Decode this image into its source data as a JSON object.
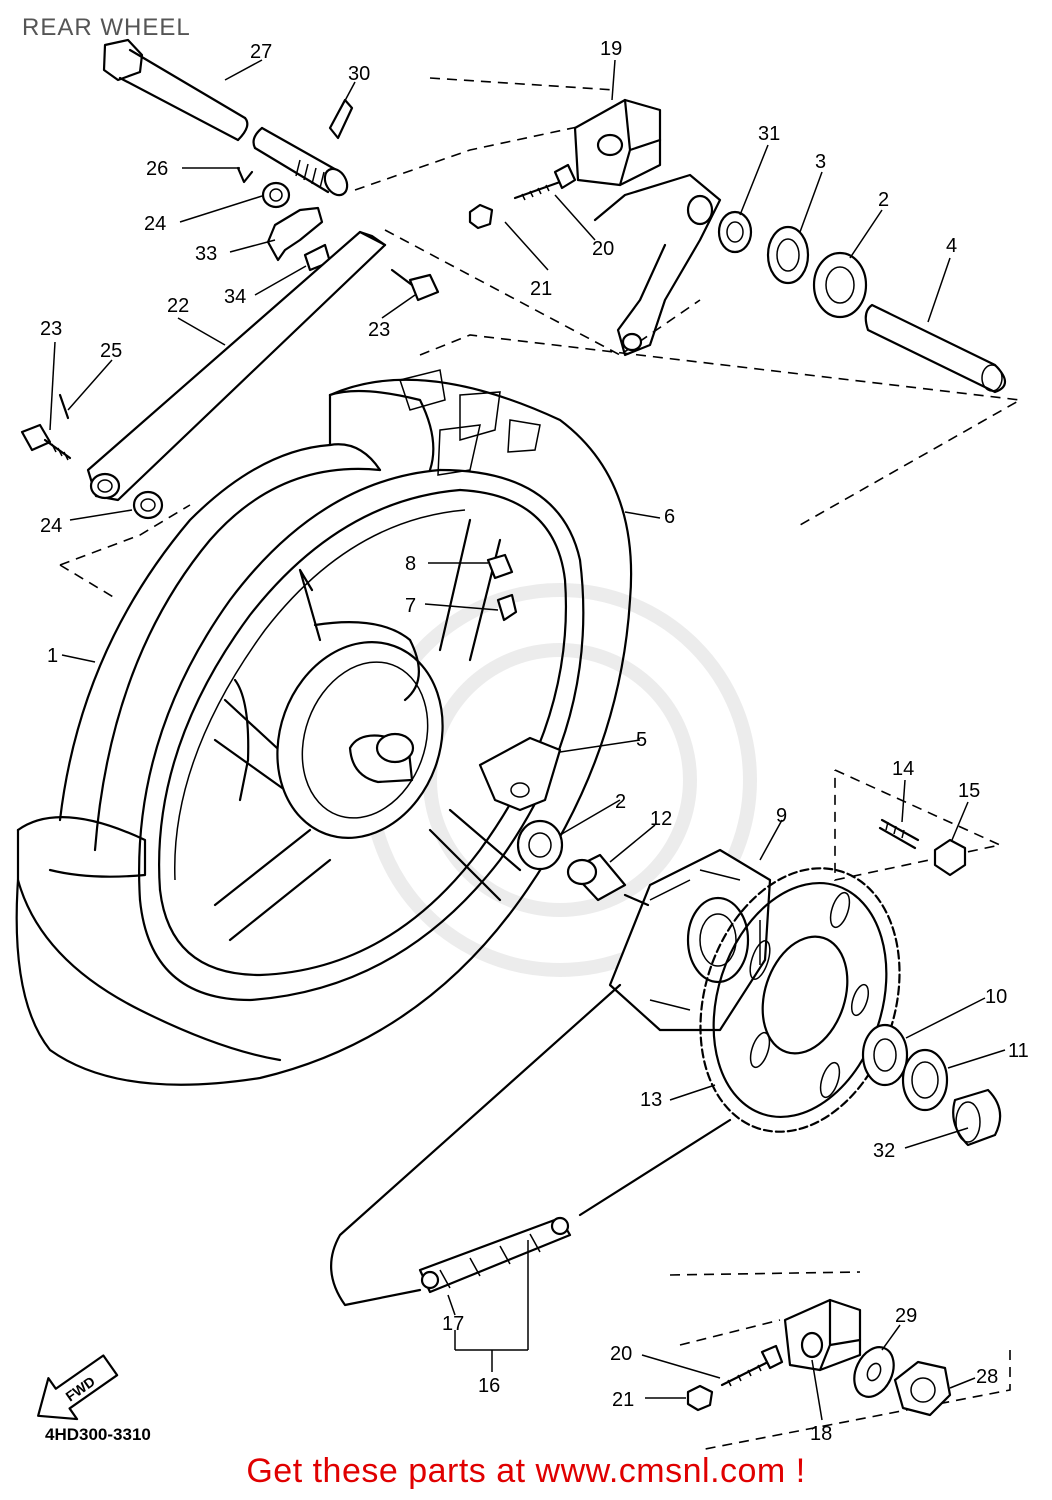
{
  "title": "REAR WHEEL",
  "diagram_code": "4HD300-3310",
  "fwd_label": "FWD",
  "footer": "Get these parts at www.cmsnl.com !",
  "colors": {
    "footer": "#e00000",
    "title": "#555555",
    "lines": "#000000"
  },
  "callouts": [
    "1",
    "2",
    "2",
    "3",
    "4",
    "5",
    "6",
    "7",
    "8",
    "9",
    "10",
    "11",
    "12",
    "13",
    "14",
    "15",
    "16",
    "17",
    "18",
    "19",
    "20",
    "20",
    "21",
    "21",
    "22",
    "23",
    "23",
    "24",
    "24",
    "25",
    "26",
    "27",
    "28",
    "29",
    "30",
    "31",
    "32",
    "33",
    "34"
  ]
}
